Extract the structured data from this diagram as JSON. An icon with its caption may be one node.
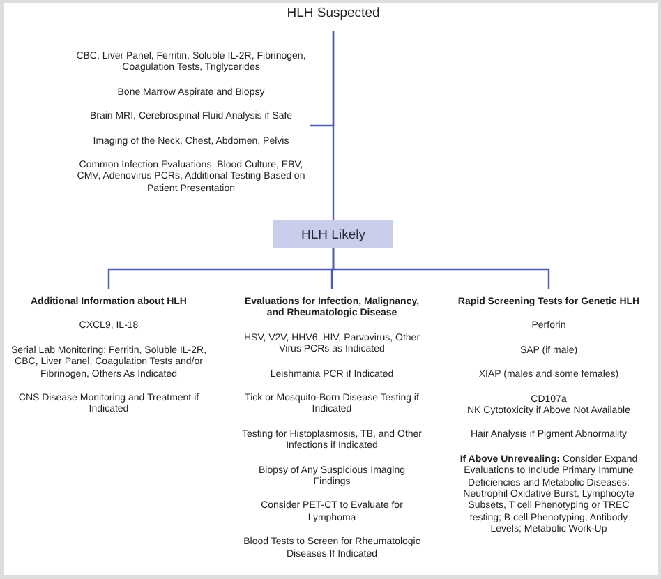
{
  "diagram": {
    "nodes": [
      {
        "text": [
          "HLH Suspected"
        ]
      },
      {
        "text": [
          "CBC, Liver Panel, Ferritin, Soluble IL-2R, Fibrinogen, Coagulation Tests, Triglycerides",
          "Bone Marrow Aspirate and Biopsy",
          "Brain MRI, Cerebrospinal Fluid Analysis if Safe",
          "Imaging of the Neck, Chest, Abdomen, Pelvis",
          "Common Infection Evaluations: Blood Culture, EBV, CMV, Adenovirus PCRs, Additional Testing Based on Patient Presentation"
        ]
      },
      {
        "text": [
          "HLH Likely"
        ]
      },
      {
        "text": [
          "Additional Information about HLH",
          "CXCL9, IL-18",
          "Serial Lab Monitoring: Ferritin, Soluble IL-2R, CBC, Liver Panel, Coagulation Tests and/or Fibrinogen, Others As Indicated",
          "CNS Disease Monitoring and Treatment if Indicated"
        ]
      },
      {
        "text": [
          "Evaluations for Infection, Malignancy, and Rheumatologic Disease",
          "HSV, V2V, HHV6, HIV, Parvovirus, Other Virus PCRs as Indicated",
          "Leishmania PCR if Indicated",
          "Tick or Mosquito-Born Disease Testing if Indicated",
          "Testing for Histoplasmosis, TB, and Other Infections if Indicated",
          "Biopsy of Any Suspicious Imaging Findings",
          "Consider PET-CT to Evaluate for Lymphoma",
          "Blood Tests to Screen for Rheumatologic Diseases If Indicated"
        ]
      },
      {
        "text": [
          "Rapid Screening Tests for Genetic HLH",
          "Perforin",
          "SAP (if male)",
          "XIAP (males and some females)",
          "CD107a",
          "NK Cytotoxicity if Above Not Available",
          "Hair Analysis if Pigment Abnormality",
          "**If Above Unrevealing:** Consider Expand Evaluations to Include Primary Immune Deficiencies and Metabolic Diseases: Neutrophil Oxidative Burst, Lymphocyte Subsets, T cell Phenotyping or TREC testing; B cell Phenotyping, Antibody Levels; Metabolic Work-Up"
        ]
      }
    ],
    "edges": [
      {
        "from": 0,
        "to": 2,
        "arrow": "none"
      },
      {
        "from": 0,
        "to": 1,
        "arrow": "none"
      },
      {
        "from": 2,
        "to": 3,
        "arrow": "none"
      },
      {
        "from": 2,
        "to": 4,
        "arrow": "none"
      },
      {
        "from": 2,
        "to": 5,
        "arrow": "none"
      }
    ]
  }
}
